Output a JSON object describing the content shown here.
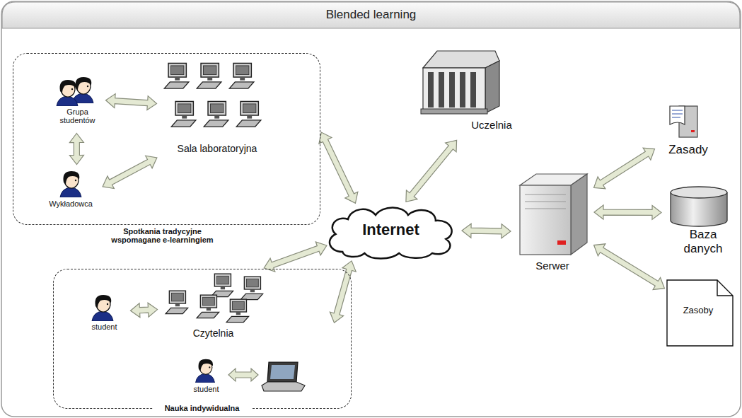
{
  "diagram": {
    "title": "Blended learning",
    "nodes": [
      {
        "text": [
          "Spotkania tradycyjne wspomagane e-learningiem"
        ]
      },
      {
        "text": [
          "Grupa studentów"
        ],
        "in": 0
      },
      {
        "text": [
          "Sala laboratoryjna"
        ],
        "in": 0
      },
      {
        "text": [
          "Wykładowca"
        ],
        "in": 0
      },
      {
        "text": [
          "Uczelnia"
        ]
      },
      {
        "text": [
          "Internet"
        ]
      },
      {
        "text": [
          "Serwer"
        ]
      },
      {
        "text": [
          "Zasady"
        ]
      },
      {
        "text": [
          "Baza danych"
        ]
      },
      {
        "text": [
          "Zasoby"
        ]
      },
      {
        "text": [
          "Nauka indywidualna"
        ]
      },
      {
        "text": [
          "student"
        ],
        "in": 10
      },
      {
        "text": [
          "Czytelnia"
        ],
        "in": 10
      },
      {
        "text": [
          "student"
        ],
        "in": 10
      }
    ],
    "edges": [
      {
        "from": 1,
        "to": 2,
        "arrow": "both"
      },
      {
        "from": 1,
        "to": 3,
        "arrow": "both"
      },
      {
        "from": 3,
        "to": 2,
        "arrow": "both"
      },
      {
        "from": 0,
        "to": 5,
        "arrow": "both"
      },
      {
        "from": 4,
        "to": 5,
        "arrow": "both"
      },
      {
        "from": 5,
        "to": 6,
        "arrow": "both"
      },
      {
        "from": 6,
        "to": 7,
        "arrow": "both"
      },
      {
        "from": 6,
        "to": 8,
        "arrow": "both"
      },
      {
        "from": 6,
        "to": 9,
        "arrow": "both"
      },
      {
        "from": 10,
        "to": 5,
        "arrow": "both"
      },
      {
        "from": 10,
        "to": 5,
        "arrow": "both"
      },
      {
        "from": 11,
        "to": 12,
        "arrow": "both"
      }
    ]
  }
}
